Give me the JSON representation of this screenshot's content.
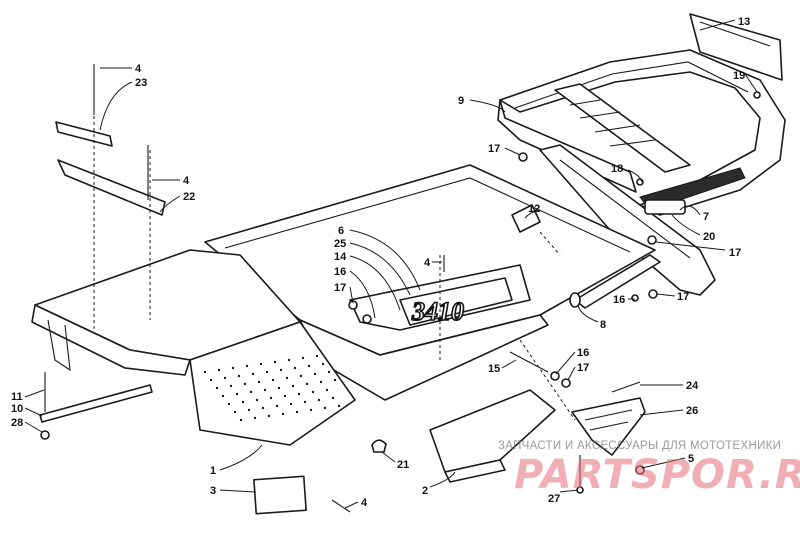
{
  "badge_text": "3410",
  "watermark": {
    "caption": "ЗАПЧАСТИ И АКСЕССУАРЫ ДЛЯ МОТОТЕХНИКИ",
    "logo": "PARTSPOR.RU"
  },
  "callouts": {
    "c1": "1",
    "c2": "2",
    "c3": "3",
    "c4a": "4",
    "c4b": "4",
    "c4c": "4",
    "c4d": "4",
    "c5": "5",
    "c6": "6",
    "c7": "7",
    "c8": "8",
    "c9": "9",
    "c10": "10",
    "c11": "11",
    "c12": "12",
    "c13": "13",
    "c14": "14",
    "c15": "15",
    "c16a": "16",
    "c16b": "16",
    "c16c": "16",
    "c17a": "17",
    "c17b": "17",
    "c17c": "17",
    "c17d": "17",
    "c17e": "17",
    "c18": "18",
    "c19": "19",
    "c20": "20",
    "c21": "21",
    "c22": "22",
    "c23": "23",
    "c24": "24",
    "c25": "25",
    "c26": "26",
    "c27": "27",
    "c28": "28"
  }
}
